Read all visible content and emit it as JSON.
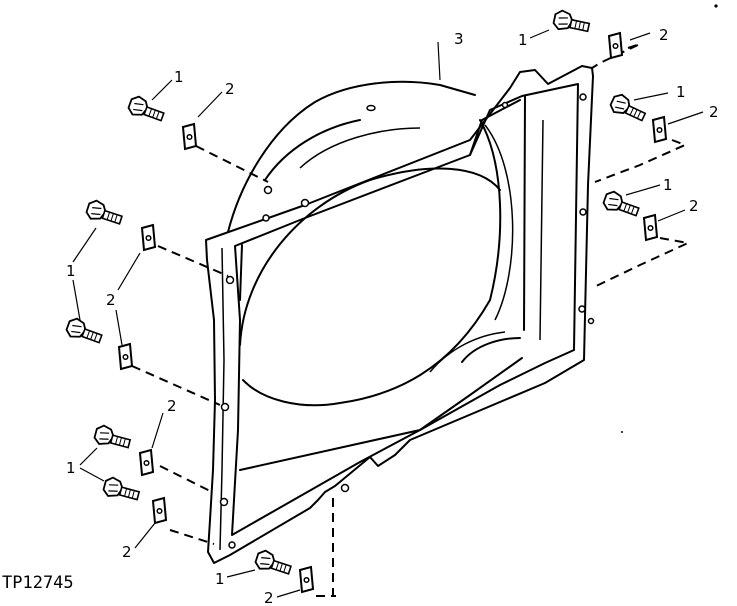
{
  "figure": {
    "id_label": "TP12745",
    "colors": {
      "line": "#000000",
      "background": "#ffffff"
    }
  },
  "callouts": {
    "shroud": "3",
    "bolt": "1",
    "nut": "2"
  },
  "parts": [
    {
      "number": "1",
      "icon": "cap-screw-icon"
    },
    {
      "number": "2",
      "icon": "clip-nut-icon"
    },
    {
      "number": "3",
      "icon": "fan-shroud-icon"
    }
  ]
}
